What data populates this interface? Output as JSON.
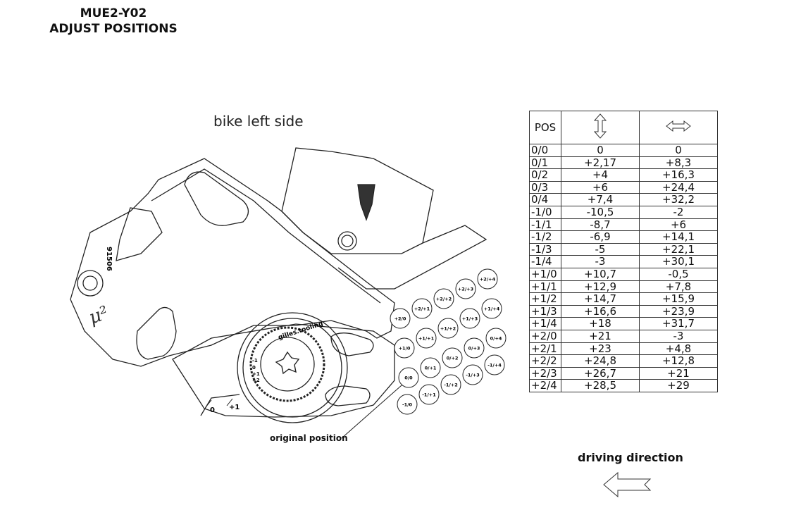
{
  "header": {
    "line1": "MUE2-Y02",
    "line2": "ADJUST POSITIONS"
  },
  "drawing": {
    "side_label": "bike left side",
    "original_position_label": "original position",
    "part_text": "gilles.tooling",
    "part_number": "91506",
    "mu_mark": "μ²",
    "scale_marks": [
      "0",
      "+1"
    ],
    "dial_marks": [
      "-1",
      "0",
      "+1",
      "+2"
    ],
    "positions": [
      "+2/0",
      "+2/+1",
      "+2/+2",
      "+2/+3",
      "+2/+4",
      "+1/0",
      "+1/+1",
      "+1/+2",
      "+1/+3",
      "+1/+4",
      "0/0",
      "0/+1",
      "0/+2",
      "0/+3",
      "0/+4",
      "-1/0",
      "-1/+1",
      "-1/+2",
      "-1/+3",
      "-1/+4"
    ]
  },
  "table": {
    "headers": {
      "pos": "POS",
      "vertical_icon": "up-down-arrow-icon",
      "horizontal_icon": "left-right-arrow-icon"
    },
    "rows": [
      [
        "0/0",
        "0",
        "0"
      ],
      [
        "0/1",
        "+2,17",
        "+8,3"
      ],
      [
        "0/2",
        "+4",
        "+16,3"
      ],
      [
        "0/3",
        "+6",
        "+24,4"
      ],
      [
        "0/4",
        "+7,4",
        "+32,2"
      ],
      [
        "-1/0",
        "-10,5",
        "-2"
      ],
      [
        "-1/1",
        "-8,7",
        "+6"
      ],
      [
        "-1/2",
        "-6,9",
        "+14,1"
      ],
      [
        "-1/3",
        "-5",
        "+22,1"
      ],
      [
        "-1/4",
        "-3",
        "+30,1"
      ],
      [
        "+1/0",
        "+10,7",
        "-0,5"
      ],
      [
        "+1/1",
        "+12,9",
        "+7,8"
      ],
      [
        "+1/2",
        "+14,7",
        "+15,9"
      ],
      [
        "+1/3",
        "+16,6",
        "+23,9"
      ],
      [
        "+1/4",
        "+18",
        "+31,7"
      ],
      [
        "+2/0",
        "+21",
        "-3"
      ],
      [
        "+2/1",
        "+23",
        "+4,8"
      ],
      [
        "+2/2",
        "+24,8",
        "+12,8"
      ],
      [
        "+2/3",
        "+26,7",
        "+21"
      ],
      [
        "+2/4",
        "+28,5",
        "+29"
      ]
    ]
  },
  "footer": {
    "driving_direction": "driving direction",
    "arrow_icon": "left-arrow-icon"
  }
}
